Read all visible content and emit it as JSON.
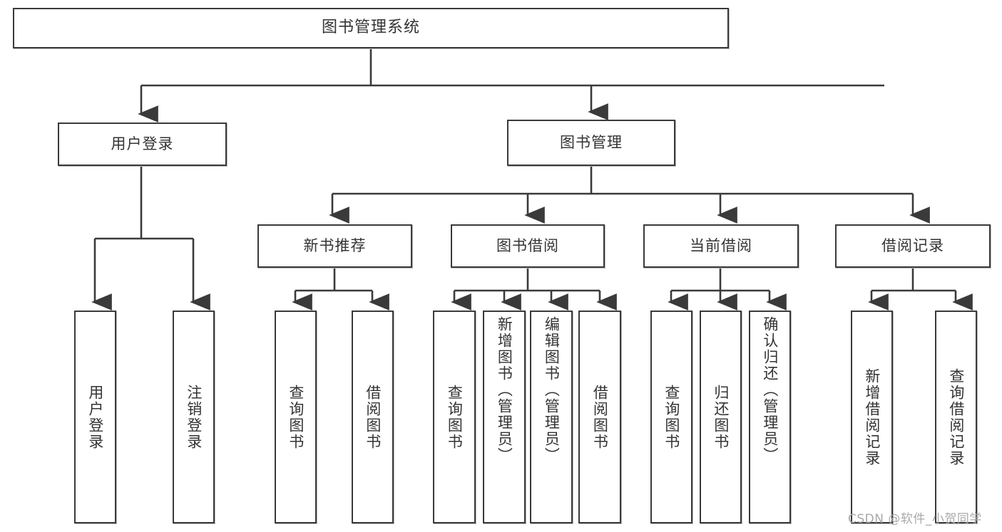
{
  "diagram": {
    "title": "图书管理系统",
    "type": "tree-hierarchy",
    "root": {
      "label": "图书管理系统"
    },
    "level2": [
      {
        "id": "user-login",
        "label": "用户登录"
      },
      {
        "id": "book-management",
        "label": "图书管理"
      }
    ],
    "level3": [
      {
        "id": "new-book-recommend",
        "label": "新书推荐",
        "parent": "book-management"
      },
      {
        "id": "book-borrow",
        "label": "图书借阅",
        "parent": "book-management"
      },
      {
        "id": "current-borrow",
        "label": "当前借阅",
        "parent": "book-management"
      },
      {
        "id": "borrow-record",
        "label": "借阅记录",
        "parent": "book-management"
      }
    ],
    "leaves": [
      {
        "id": "leaf-user-login",
        "label": "用户登录",
        "parent": "user-login"
      },
      {
        "id": "leaf-logout-login",
        "label": "注销登录",
        "parent": "user-login"
      },
      {
        "id": "leaf-query-book-1",
        "label": "查询图书",
        "parent": "new-book-recommend"
      },
      {
        "id": "leaf-borrow-book-1",
        "label": "借阅图书",
        "parent": "new-book-recommend"
      },
      {
        "id": "leaf-query-book-2",
        "label": "查询图书",
        "parent": "book-borrow"
      },
      {
        "id": "leaf-add-book",
        "label": "新增图书（管理员）",
        "parent": "book-borrow"
      },
      {
        "id": "leaf-edit-book",
        "label": "编辑图书（管理员）",
        "parent": "book-borrow"
      },
      {
        "id": "leaf-borrow-book-2",
        "label": "借阅图书",
        "parent": "book-borrow"
      },
      {
        "id": "leaf-query-book-3",
        "label": "查询图书",
        "parent": "current-borrow"
      },
      {
        "id": "leaf-return-book",
        "label": "归还图书",
        "parent": "current-borrow"
      },
      {
        "id": "leaf-confirm-return",
        "label": "确认归还（管理员）",
        "parent": "current-borrow"
      },
      {
        "id": "leaf-add-borrow-record",
        "label": "新增借阅记录",
        "parent": "borrow-record"
      },
      {
        "id": "leaf-query-borrow-record",
        "label": "查询借阅记录",
        "parent": "borrow-record"
      }
    ],
    "colors": {
      "box_border": "#3a3a3a",
      "box_fill": "#ffffff",
      "text": "#333333",
      "edge": "#3a3a3a",
      "background": "#ffffff",
      "watermark": "#a9a9a9"
    }
  },
  "watermark": {
    "text": "CSDN @软件_小贺同学"
  }
}
